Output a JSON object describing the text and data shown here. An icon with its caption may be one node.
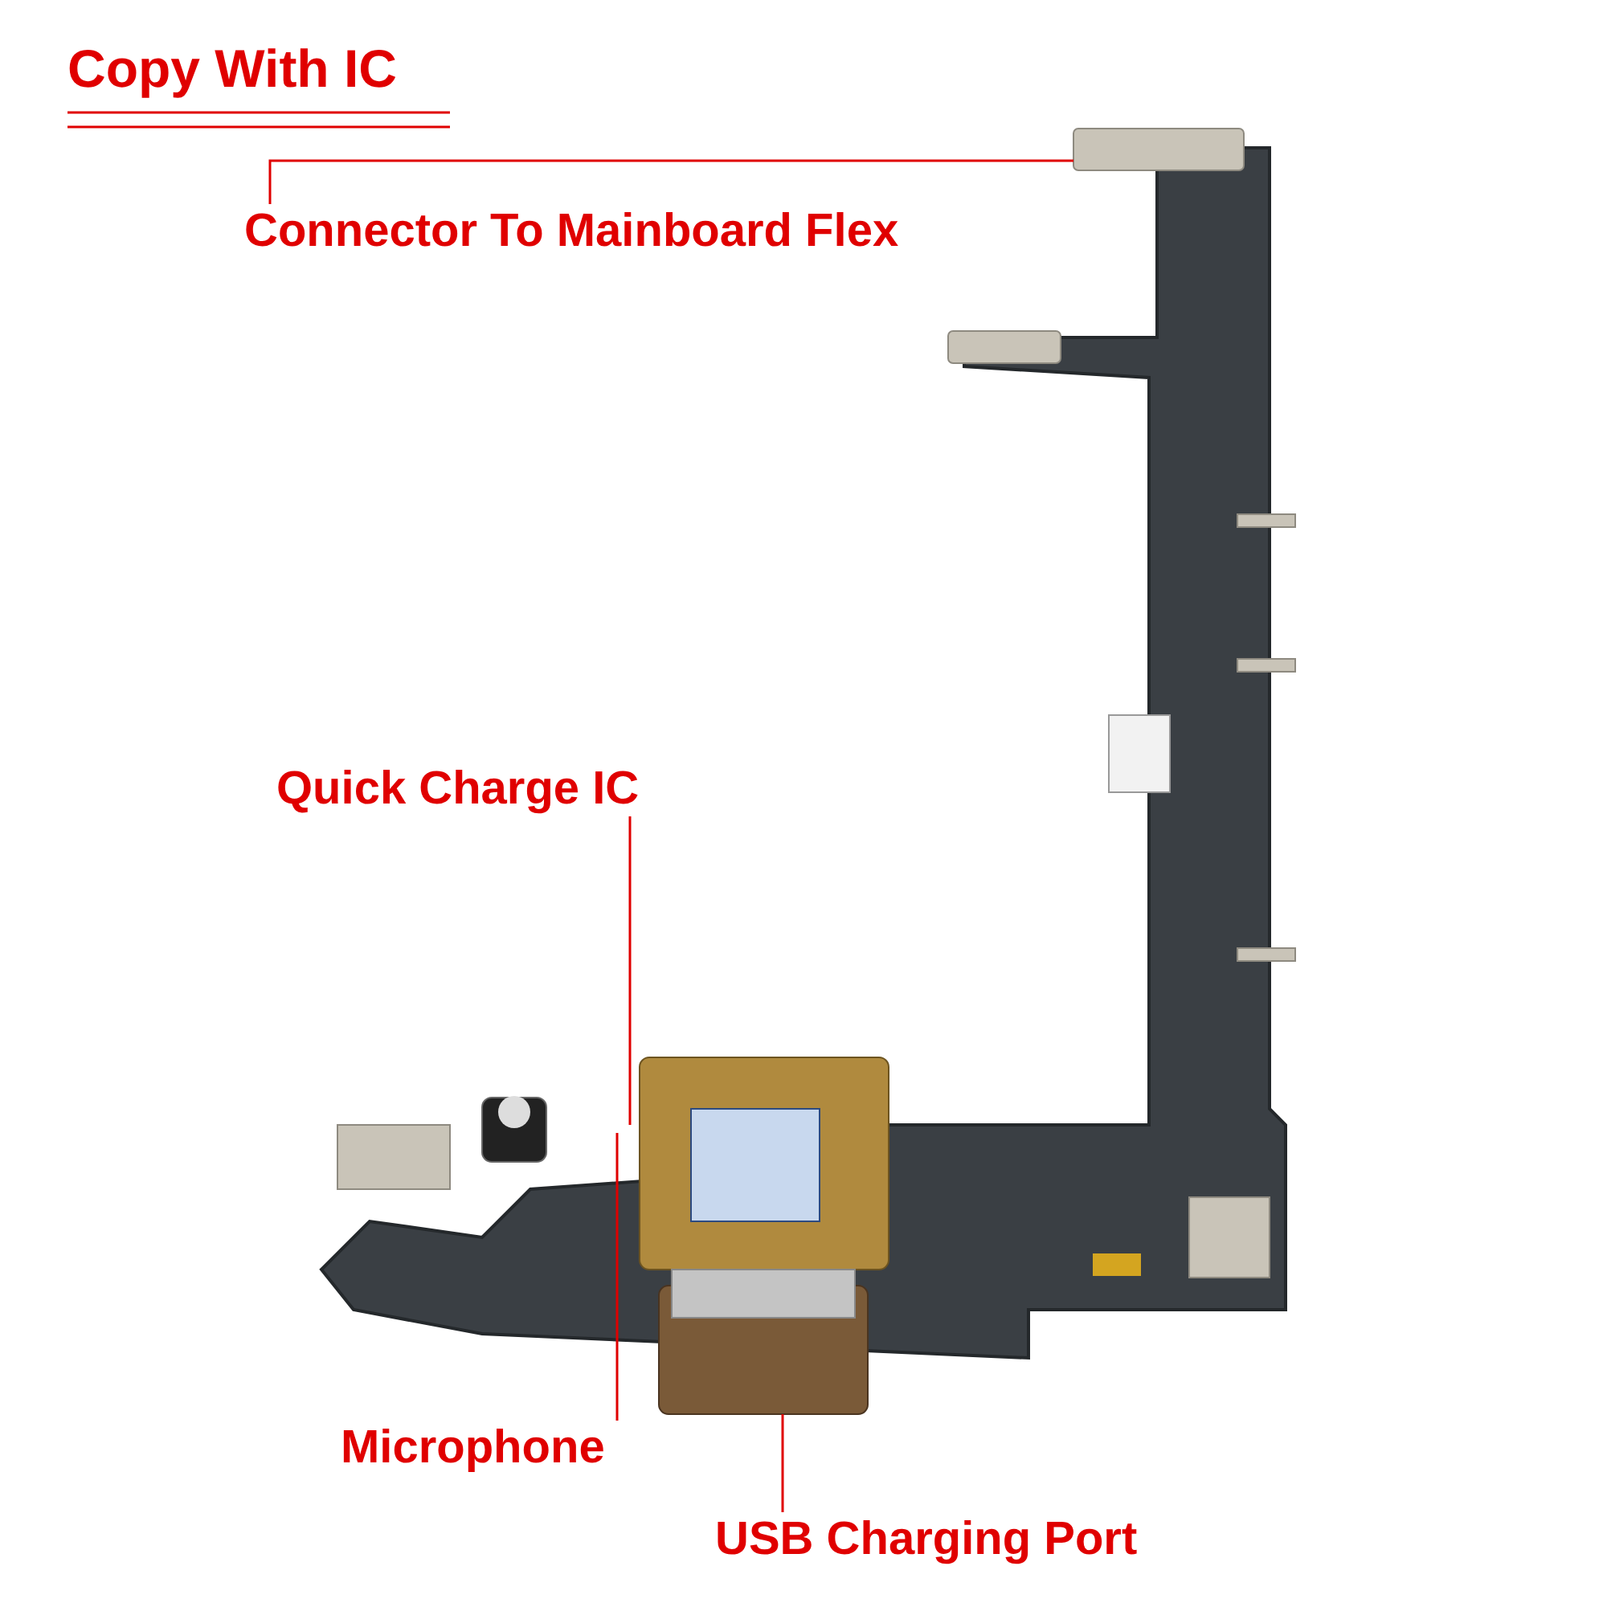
{
  "diagram": {
    "title": "Copy With IC",
    "nodes": [
      {
        "text": [
          "Connector To Mainboard Flex"
        ]
      },
      {
        "text": [
          "Quick Charge IC"
        ]
      },
      {
        "text": [
          "Microphone"
        ]
      },
      {
        "text": [
          "USB Charging Port"
        ]
      }
    ],
    "edges": [
      {
        "from": 0,
        "to": null,
        "arrow": "none"
      },
      {
        "from": 1,
        "to": null,
        "arrow": "none"
      },
      {
        "from": 2,
        "to": null,
        "arrow": "none"
      },
      {
        "from": 3,
        "to": null,
        "arrow": "none"
      }
    ]
  }
}
